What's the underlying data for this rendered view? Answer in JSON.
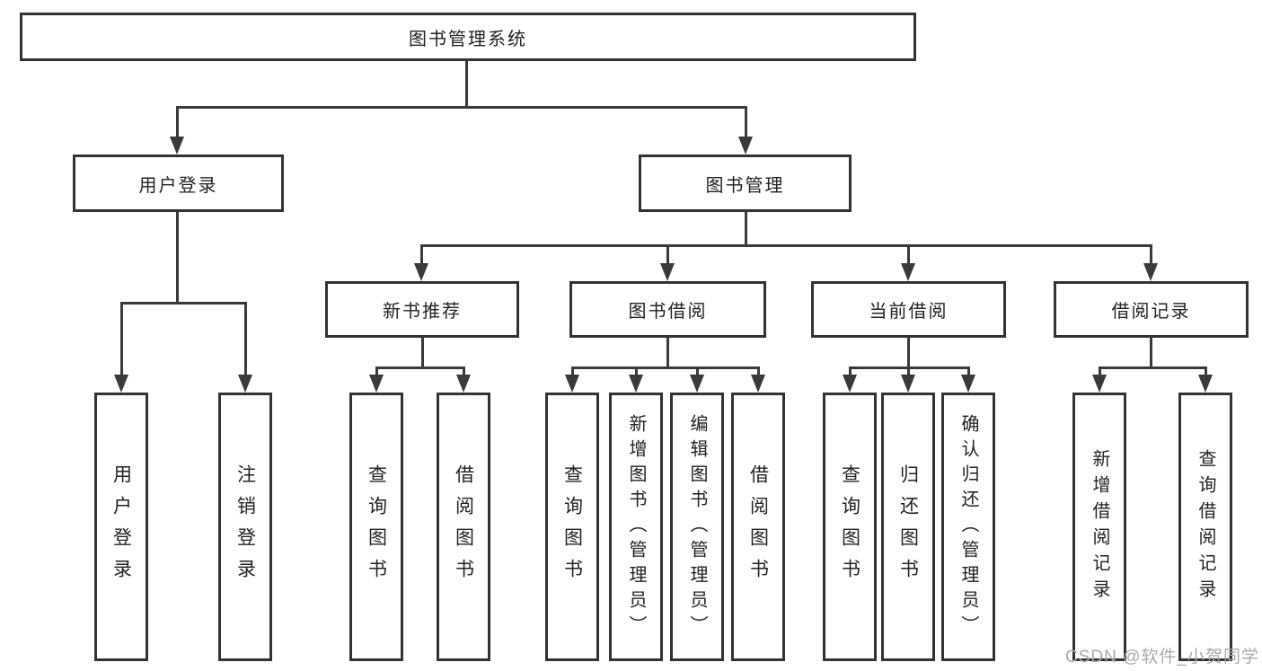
{
  "tree": {
    "root": {
      "label": "图书管理系统"
    },
    "level2": [
      {
        "label": "用户登录"
      },
      {
        "label": "图书管理"
      }
    ],
    "level3": [
      {
        "label": "新书推荐",
        "parent": "图书管理"
      },
      {
        "label": "图书借阅",
        "parent": "图书管理"
      },
      {
        "label": "当前借阅",
        "parent": "图书管理"
      },
      {
        "label": "借阅记录",
        "parent": "图书管理"
      }
    ],
    "leaves": [
      {
        "label": "用户登录",
        "parent": "用户登录"
      },
      {
        "label": "注销登录",
        "parent": "用户登录"
      },
      {
        "label": "查询图书",
        "parent": "新书推荐"
      },
      {
        "label": "借阅图书",
        "parent": "新书推荐"
      },
      {
        "label": "查询图书",
        "parent": "图书借阅"
      },
      {
        "label": "新增图书（管理员）",
        "parent": "图书借阅"
      },
      {
        "label": "编辑图书（管理员）",
        "parent": "图书借阅"
      },
      {
        "label": "借阅图书",
        "parent": "图书借阅"
      },
      {
        "label": "查询图书",
        "parent": "当前借阅"
      },
      {
        "label": "归还图书",
        "parent": "当前借阅"
      },
      {
        "label": "确认归还（管理员）",
        "parent": "当前借阅"
      },
      {
        "label": "新增借阅记录",
        "parent": "借阅记录"
      },
      {
        "label": "查询借阅记录",
        "parent": "借阅记录"
      }
    ]
  },
  "watermark": {
    "text": "CSDN @软件_小贺同学"
  },
  "colors": {
    "line": "#3a3a3a",
    "border": "#333333",
    "text": "#222222",
    "watermark": "#a9a9a9",
    "background": "#ffffff"
  }
}
